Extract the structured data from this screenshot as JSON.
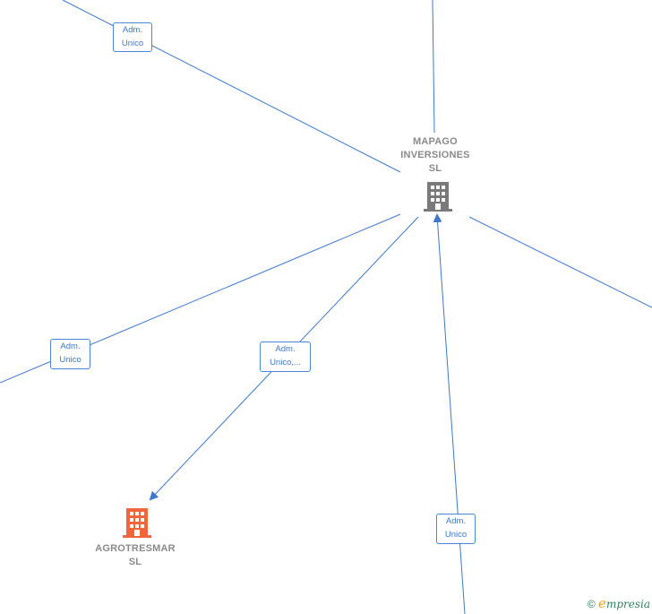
{
  "nodes": {
    "mapago": {
      "label": "MAPAGO\nINVERSIONES\nSL",
      "color": "#7a7a7a"
    },
    "agrotresmar": {
      "label": "AGROTRESMAR\nSL",
      "color": "#f0663a"
    }
  },
  "edges": [
    {
      "id": "top-left",
      "label": "Adm.\nUnico"
    },
    {
      "id": "left",
      "label": "Adm.\nUnico"
    },
    {
      "id": "to-agrotresmar",
      "label": "Adm.\nUnico,..."
    },
    {
      "id": "bottom",
      "label": "Adm.\nUnico"
    }
  ],
  "footer": {
    "copyright": "©",
    "brand_initial": "e",
    "brand_rest": "mpresia"
  },
  "colors": {
    "edge": "#3f78c8"
  }
}
